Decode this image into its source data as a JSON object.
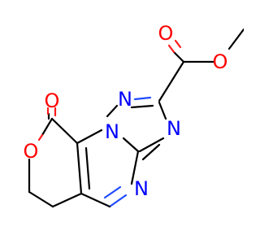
{
  "atoms": {
    "o_ketone": {
      "text": "O",
      "color": "#ff0000"
    },
    "o_ring": {
      "text": "O",
      "color": "#ff0000"
    },
    "o_ester_carbonyl": {
      "text": "O",
      "color": "#ff0000"
    },
    "o_ester_single": {
      "text": "O",
      "color": "#ff0000"
    },
    "n_triazole_top": {
      "text": "N",
      "color": "#0000ff"
    },
    "n_triazole_bridge": {
      "text": "N",
      "color": "#0000ff"
    },
    "n_triazole_right": {
      "text": "N",
      "color": "#0000ff"
    },
    "n_pyrimidine": {
      "text": "N",
      "color": "#0000ff"
    }
  }
}
